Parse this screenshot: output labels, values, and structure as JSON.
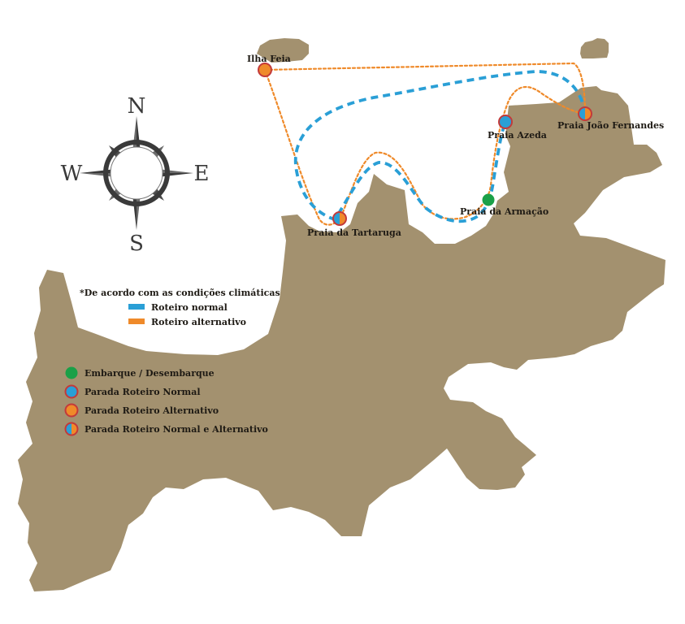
{
  "compass": {
    "north": "N",
    "south": "S",
    "east": "E",
    "west": "W"
  },
  "colors": {
    "land": "#a3916f",
    "normal_route": "#2a9fd6",
    "alternative_route": "#ef8a2a",
    "boarding": "#1aa048",
    "stop_border": "#c33a3a",
    "label": "#1e1a14"
  },
  "places": {
    "ilha_feia": "Ilha Feia",
    "praia_azeda": "Praia Azeda",
    "praia_joao_fernandes": "Praia João Fernandes",
    "praia_armacao": "Praia da Armação",
    "praia_tartaruga": "Praia da Tartaruga"
  },
  "route_legend": {
    "note": "*De acordo com as condições climáticas",
    "normal": "Roteiro normal",
    "alternative": "Roteiro alternativo"
  },
  "stop_legend": {
    "boarding": "Embarque / Desembarque",
    "normal_stop": "Parada Roteiro Normal",
    "alternative_stop": "Parada Roteiro Alternativo",
    "both_stop": "Parada Roteiro Normal e Alternativo"
  }
}
